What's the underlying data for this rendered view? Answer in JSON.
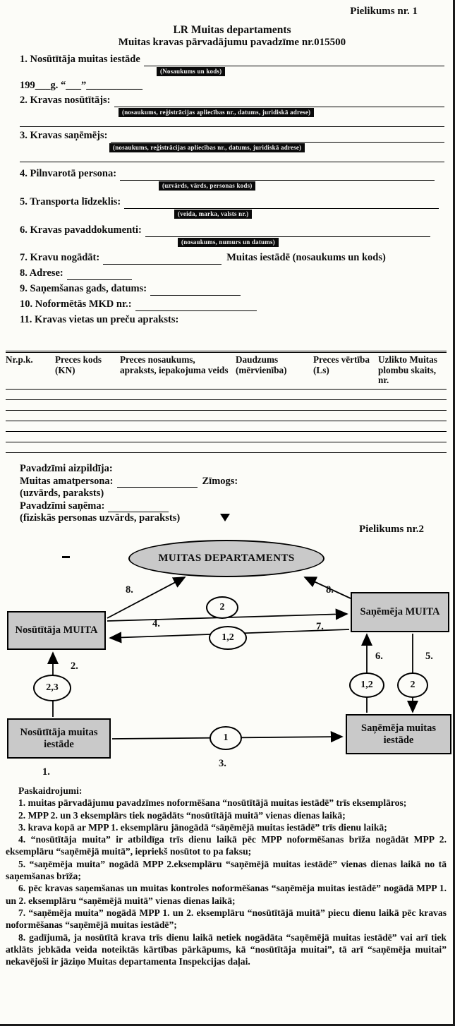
{
  "page": {
    "annex1": "Pielikums nr. 1",
    "annex2": "Pielikums nr.2"
  },
  "colors": {
    "paper": "#fcfcf8",
    "ink": "#0d0d0d",
    "node_fill": "#c9c9c9",
    "hint_strip_bg": "#0a0a0a",
    "hint_strip_text": "#f2f2f2"
  },
  "form": {
    "title1": "LR Muitas departaments",
    "title2": "Muitas kravas pārvadājumu pavadzīme nr.015500",
    "date_line": "199___g. “___”___________",
    "fields": {
      "f1": {
        "label": "1. Nosūtītāja muitas iestāde",
        "hint": "(Nosaukums un kods)"
      },
      "f2": {
        "label": "2. Kravas nosūtītājs:",
        "hint": "(nosaukums, reģistrācijas apliecības nr., datums, juridiskā adrese)"
      },
      "f3": {
        "label": "3. Kravas saņēmējs:",
        "hint": "(nosaukums, reģistrācijas apliecības nr., datums, juridiskā adrese)"
      },
      "f4": {
        "label": "4. Pilnvarotā persona:",
        "hint": "(uzvārds, vārds, personas kods)"
      },
      "f5": {
        "label": "5. Transporta līdzeklis:",
        "hint": "(veida, marka, valsts nr.)"
      },
      "f6": {
        "label": "6. Kravas pavaddokumenti:",
        "hint": "(nosaukums, numurs un datums)"
      },
      "f7": {
        "label": "7. Kravu nogādāt:",
        "suffix": "Muitas iestādē (nosaukums un kods)"
      },
      "f8": {
        "label": "8. Adrese:"
      },
      "f9": {
        "label": "9. Saņemšanas gads, datums:"
      },
      "f10": {
        "label": "10. Noformētās MKD nr.:"
      },
      "f11": {
        "label": "11. Kravas vietas un preču apraksts:"
      }
    },
    "table": {
      "headers": [
        "Nr.p.k.",
        "Preces kods (KN)",
        "Preces nosaukums, apraksts, iepakojuma veids",
        "Daudzums (mērvienība)",
        "Preces vērtība (Ls)",
        "Uzlikto Muitas plombu skaits, nr."
      ]
    },
    "signature": {
      "filled_by": "Pavadzīmi aizpildīja:",
      "official": "Muitas amatpersona:",
      "stamp": "Zīmogs:",
      "official_hint": "(uzvārds, paraksts)",
      "received": "Pavadzīmi saņēma:",
      "received_hint": "(fiziskās personas uzvārds, paraksts)"
    }
  },
  "diagram": {
    "nodes": {
      "department": "MUITAS DEPARTAMENTS",
      "left": "Nosūtītāja MUITA",
      "right": "Saņēmēja MUITA",
      "bottom_left": "Nosūtītāja muitas iestāde",
      "bottom_right": "Saņēmēja muitas iestāde"
    },
    "circles": {
      "top_mid": "2",
      "bottom_mid": "1,2",
      "left_vert": "2,3",
      "bottom_line": "1",
      "right_up": "1,2",
      "right_down": "2"
    },
    "labels": {
      "l8_left": "8.",
      "l8_right": "8.",
      "l4": "4.",
      "l7": "7.",
      "l2": "2.",
      "l6": "6.",
      "l5": "5.",
      "l3": "3.",
      "l1": "1."
    }
  },
  "explanations": {
    "title": "Paskaidrojumi:",
    "items": [
      "1. muitas pārvadājumu pavadzīmes noformēšana “nosūtītājā muitas iestādē” trīs eksemplāros;",
      "2. MPP 2. un 3 eksemplārs tiek nogādāts “nosūtītājā muitā” vienas dienas laikā;",
      "3. krava kopā ar MPP 1. eksemplāru jānogādā “sāņēmējā muitas iestādē” trīs dienu laikā;",
      "4. “nosūtītāja muita” ir atbildīga trīs dienu laikā pēc MPP noformēšanas brīža nogādāt MPP 2. eksemplāru “saņēmējā muitā”, iepriekš nosūtot to pa faksu;",
      "5. “saņēmēja muita” nogādā MPP 2.eksemplāru “saņēmējā muitas iestādē” vienas dienas laikā no tā saņemšanas brīža;",
      "6. pēc kravas saņemšanas un muitas kontroles noformēšanas “saņēmēja muitas iestādē” nogādā MPP 1. un 2. eksemplāru “saņēmējā muitā” vienas dienas laikā;",
      "7. “saņēmēja muita” nogādā MPP 1. un 2. eksemplāru “nosūtītājā muitā” piecu dienu laikā pēc kravas noformēšanas “saņēmējā muitas iestādē”;",
      "8. gadījumā, ja nosūtītā krava trīs dienu laikā netiek nogādāta “saņēmējā muitas iestādē” vai arī tiek atklāts jebkāda veida noteiktās kārtības pārkāpums, kā “nosūtītāja muitai”, tā arī “saņēmēja muitai” nekavējoši ir jāziņo Muitas departamenta Inspekcijas daļai."
    ]
  }
}
